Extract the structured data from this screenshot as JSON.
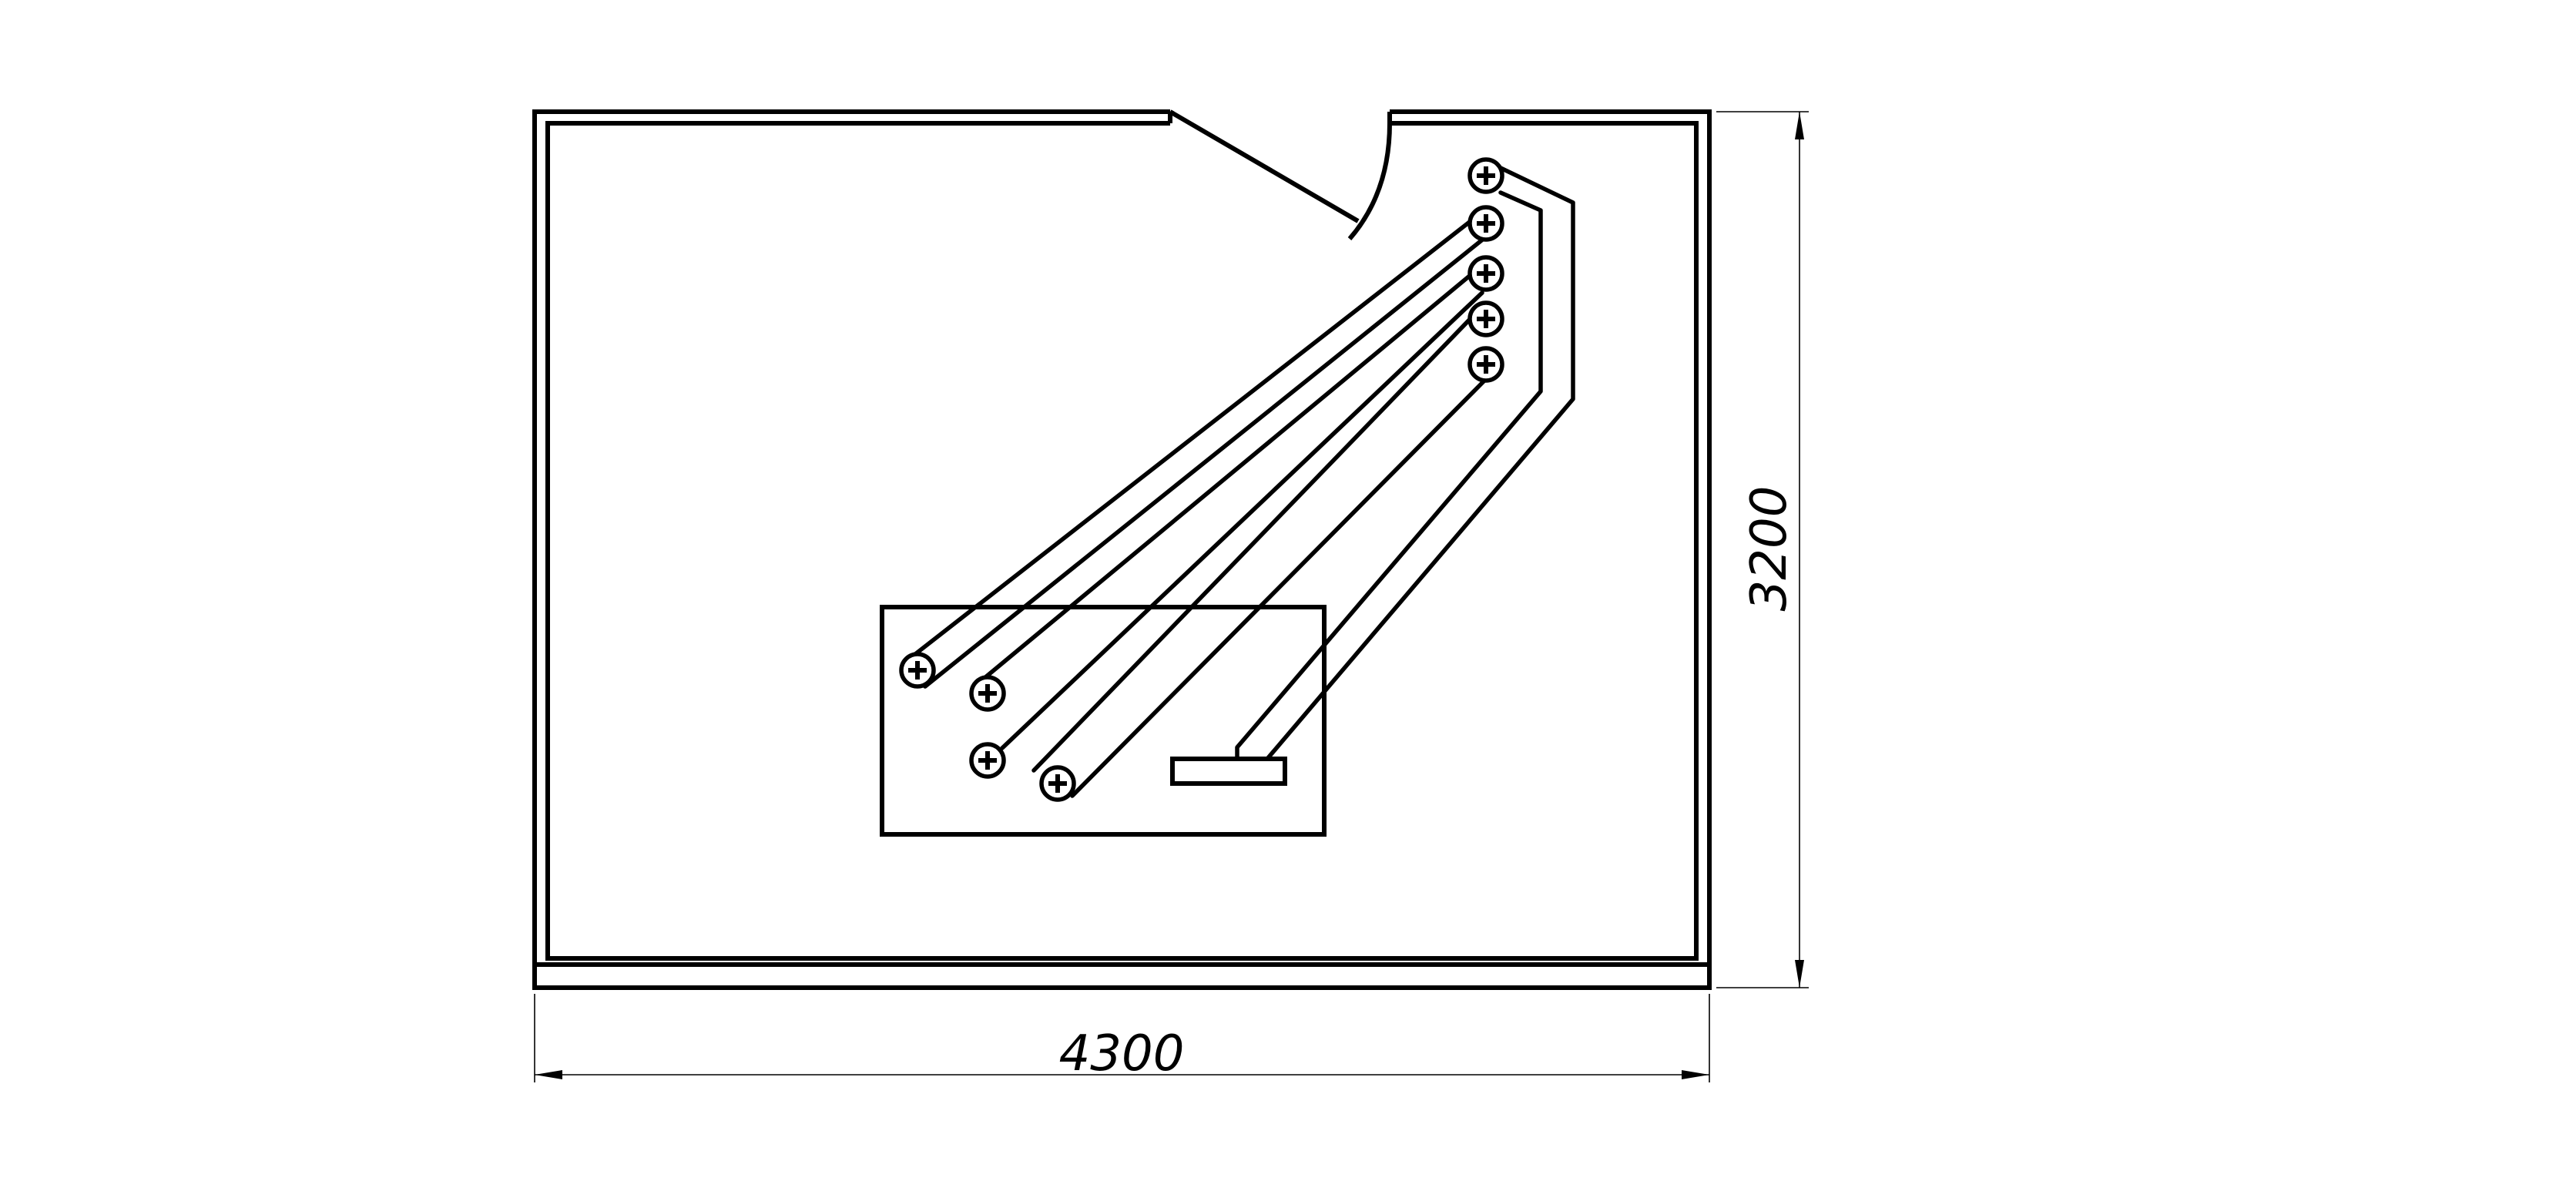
{
  "drawing": {
    "dimensions": {
      "width_label": "4300",
      "height_label": "3200"
    },
    "terminals": {
      "right_column_count": 5,
      "panel_count": 4,
      "symbol": "plus-in-circle"
    },
    "colors": {
      "line": "#000000",
      "background": "#ffffff"
    }
  }
}
